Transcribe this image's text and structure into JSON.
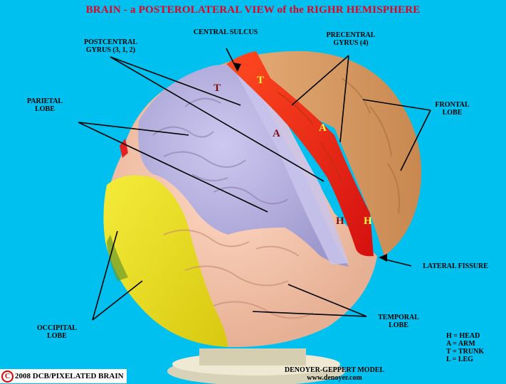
{
  "title": "BRAIN - a POSTEROLATERAL VIEW of the RIGHR HEMISPHERE",
  "labels": {
    "central_sulcus": "CENTRAL SULCUS",
    "postcentral_gyrus": "POSTCENTRAL\nGYRUS (3, 1, 2)",
    "precentral_gyrus": "PRECENTRAL\nGYRUS (4)",
    "parietal_lobe": "PARIETAL\nLOBE",
    "frontal_lobe": "FRONTAL\nLOBE",
    "lateral_fissure": "LATERAL FISSURE",
    "occipital_lobe": "OCCIPITAL\nLOBE",
    "temporal_lobe": "TEMPORAL\nLOBE"
  },
  "region_letters": {
    "trunk_post": "T",
    "trunk_pre": "T",
    "arm_post": "A",
    "arm_pre": "A",
    "head_post": "H",
    "head_pre": "H"
  },
  "legend": [
    "H = HEAD",
    "A = ARM",
    "T = TRUNK",
    "L = LEG"
  ],
  "copyright": "2008  DCB/PIXELATED BRAIN",
  "copyright_symbol": "C",
  "credit": {
    "line1": "DENOYER-GEPPERT MODEL",
    "line2": "www.denoyer.com"
  },
  "colors": {
    "background": "#00c0f0",
    "title": "#e8001e",
    "parietal": "#b6b2e0",
    "frontal": "#dca070",
    "precentral": "#e62818",
    "occipital": "#e6dc1e",
    "temporal": "#f0c4a8",
    "dark_letter": "#7a1010",
    "light_letter": "#ffff40"
  }
}
